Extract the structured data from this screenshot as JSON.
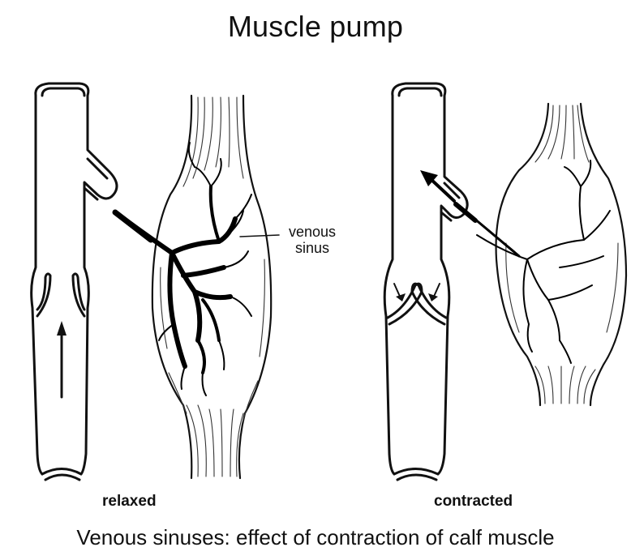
{
  "title": "Muscle pump",
  "labels": {
    "venous_sinus_line1": "venous",
    "venous_sinus_line2": "sinus",
    "relaxed": "relaxed",
    "contracted": "contracted"
  },
  "caption": "Venous sinuses: effect of contraction of calf muscle"
}
